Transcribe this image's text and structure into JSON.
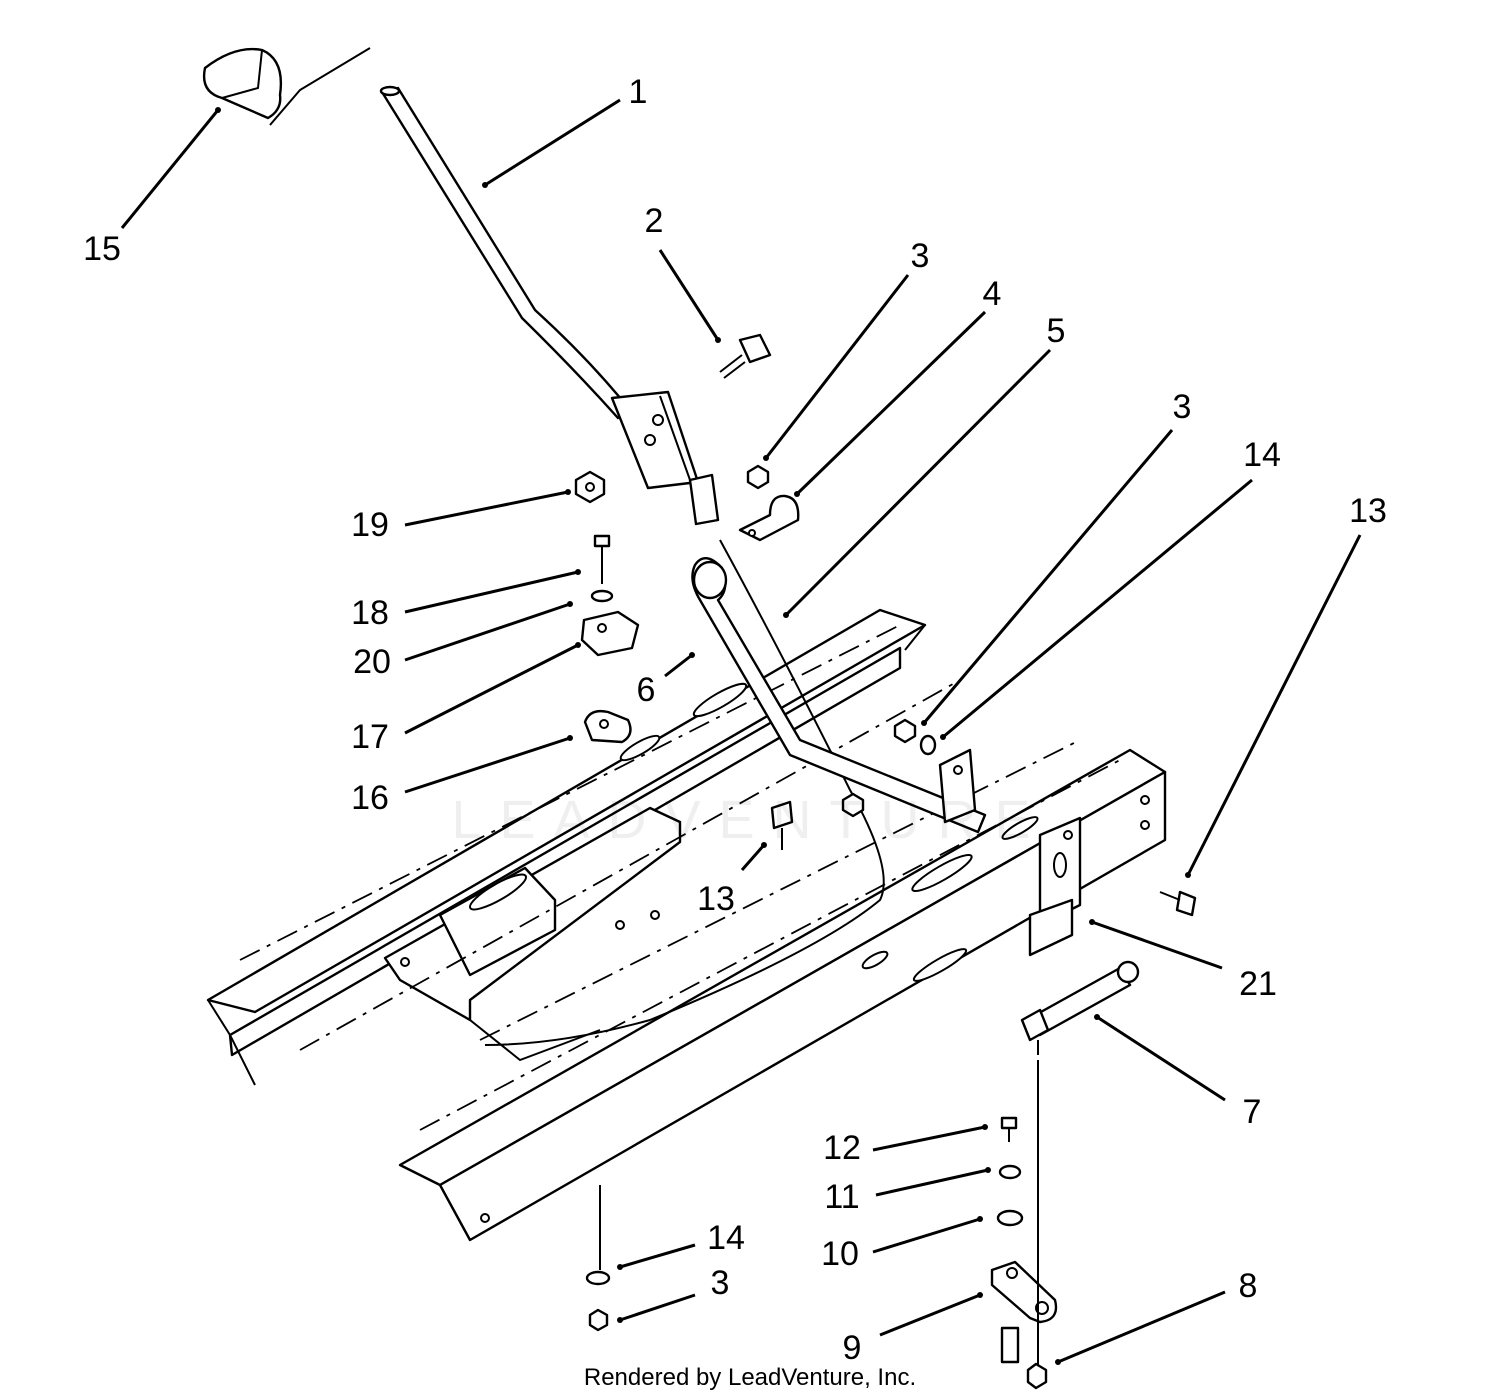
{
  "footer": {
    "credit": "Rendered by LeadVenture, Inc."
  },
  "watermark": {
    "text": "LEADVENTURE"
  },
  "callouts": [
    {
      "id": "c1",
      "label": "1"
    },
    {
      "id": "c2",
      "label": "2"
    },
    {
      "id": "c3a",
      "label": "3"
    },
    {
      "id": "c4",
      "label": "4"
    },
    {
      "id": "c5",
      "label": "5"
    },
    {
      "id": "c3b",
      "label": "3"
    },
    {
      "id": "c14a",
      "label": "14"
    },
    {
      "id": "c13a",
      "label": "13"
    },
    {
      "id": "c15",
      "label": "15"
    },
    {
      "id": "c19",
      "label": "19"
    },
    {
      "id": "c18",
      "label": "18"
    },
    {
      "id": "c20",
      "label": "20"
    },
    {
      "id": "c6",
      "label": "6"
    },
    {
      "id": "c17",
      "label": "17"
    },
    {
      "id": "c16",
      "label": "16"
    },
    {
      "id": "c13b",
      "label": "13"
    },
    {
      "id": "c21",
      "label": "21"
    },
    {
      "id": "c7",
      "label": "7"
    },
    {
      "id": "c12",
      "label": "12"
    },
    {
      "id": "c11",
      "label": "11"
    },
    {
      "id": "c10",
      "label": "10"
    },
    {
      "id": "c14b",
      "label": "14"
    },
    {
      "id": "c3c",
      "label": "3"
    },
    {
      "id": "c8",
      "label": "8"
    },
    {
      "id": "c9",
      "label": "9"
    }
  ]
}
